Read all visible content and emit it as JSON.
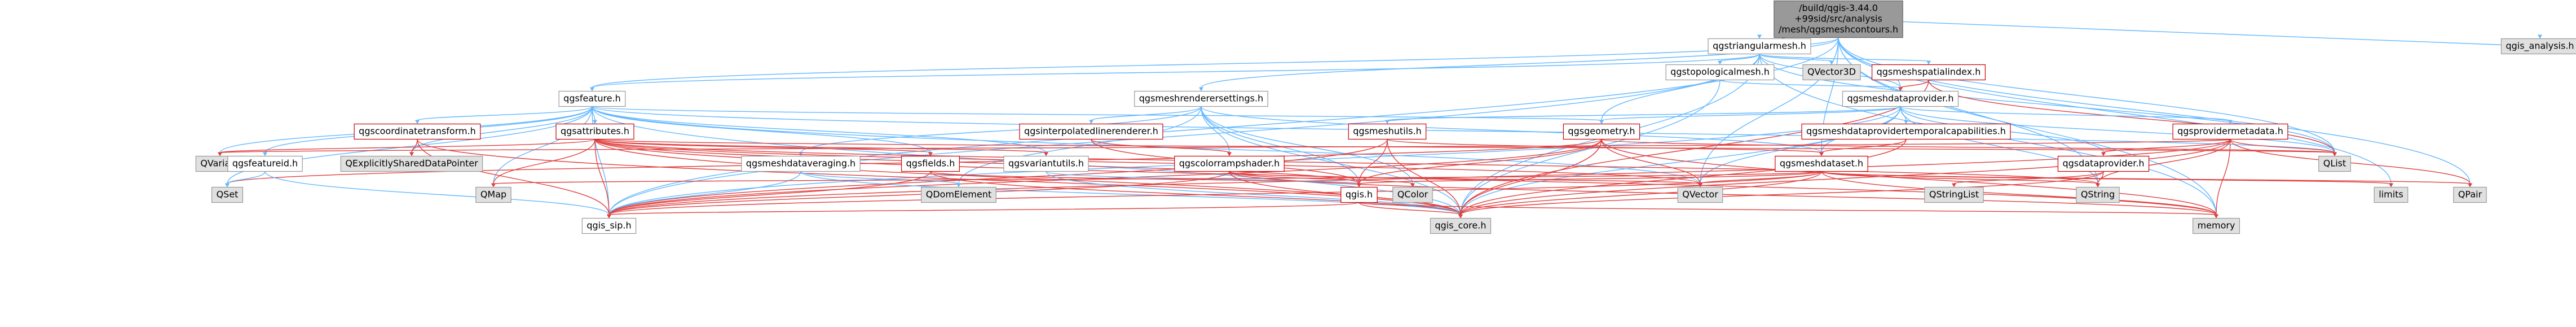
{
  "diagram": {
    "title": "",
    "nodes": [
      {
        "id": "root",
        "lines": [
          "/build/qgis-3.44.0",
          "+99sid/src/analysis",
          "/mesh/qgsmeshcontours.h"
        ],
        "style": "root"
      },
      {
        "id": "qgstriangularmesh",
        "lines": [
          "qgstriangularmesh.h"
        ],
        "style": "normal"
      },
      {
        "id": "qgis_analysis",
        "lines": [
          "qgis_analysis.h"
        ],
        "style": "external"
      },
      {
        "id": "qgstopologicalmesh",
        "lines": [
          "qgstopologicalmesh.h"
        ],
        "style": "normal"
      },
      {
        "id": "qvector3d",
        "lines": [
          "QVector3D"
        ],
        "style": "external"
      },
      {
        "id": "qgsmeshspatialindex",
        "lines": [
          "qgsmeshspatialindex.h"
        ],
        "style": "red"
      },
      {
        "id": "qgsmeshrenderersettings",
        "lines": [
          "qgsmeshrenderersettings.h"
        ],
        "style": "normal"
      },
      {
        "id": "qgsfeature",
        "lines": [
          "qgsfeature.h"
        ],
        "style": "normal"
      },
      {
        "id": "qgsmeshdataprovider",
        "lines": [
          "qgsmeshdataprovider.h"
        ],
        "style": "normal"
      },
      {
        "id": "qgscoordinatetransform",
        "lines": [
          "qgscoordinatetransform.h"
        ],
        "style": "red"
      },
      {
        "id": "qgsattributes",
        "lines": [
          "qgsattributes.h"
        ],
        "style": "red"
      },
      {
        "id": "qgsinterpolatedlinerenderer",
        "lines": [
          "qgsinterpolatedlinerenderer.h"
        ],
        "style": "red"
      },
      {
        "id": "qgsmeshutils",
        "lines": [
          "qgsmeshutils.h"
        ],
        "style": "red"
      },
      {
        "id": "qgsgeometry",
        "lines": [
          "qgsgeometry.h"
        ],
        "style": "red"
      },
      {
        "id": "qgsmeshdataprovidertemporalcapabilities",
        "lines": [
          "qgsmeshdataprovidertemporalcapabilities.h"
        ],
        "style": "red"
      },
      {
        "id": "qgsprovidermetadata",
        "lines": [
          "qgsprovidermetadata.h"
        ],
        "style": "red"
      },
      {
        "id": "qvariant",
        "lines": [
          "QVariant"
        ],
        "style": "external"
      },
      {
        "id": "qexplicitlyshareddatapointer",
        "lines": [
          "QExplicitlySharedDataPointer"
        ],
        "style": "external"
      },
      {
        "id": "qgsfeatureid",
        "lines": [
          "qgsfeatureid.h"
        ],
        "style": "normal"
      },
      {
        "id": "qgsmeshdataveraging",
        "lines": [
          "qgsmeshdataveraging.h"
        ],
        "style": "normal"
      },
      {
        "id": "qgsfields",
        "lines": [
          "qgsfields.h"
        ],
        "style": "red"
      },
      {
        "id": "qgsvariantutils",
        "lines": [
          "qgsvariantutils.h"
        ],
        "style": "normal"
      },
      {
        "id": "qgscolorrampshader",
        "lines": [
          "qgscolorrampshader.h"
        ],
        "style": "red"
      },
      {
        "id": "qgsmeshdataset",
        "lines": [
          "qgsmeshdataset.h"
        ],
        "style": "red"
      },
      {
        "id": "qgsdataprovider",
        "lines": [
          "qgsdataprovider.h"
        ],
        "style": "red"
      },
      {
        "id": "qlist",
        "lines": [
          "QList"
        ],
        "style": "external"
      },
      {
        "id": "qset",
        "lines": [
          "QSet"
        ],
        "style": "external"
      },
      {
        "id": "qmap",
        "lines": [
          "QMap"
        ],
        "style": "external"
      },
      {
        "id": "qdomelement",
        "lines": [
          "QDomElement"
        ],
        "style": "external"
      },
      {
        "id": "qgis",
        "lines": [
          "qgis.h"
        ],
        "style": "red"
      },
      {
        "id": "qcolor",
        "lines": [
          "QColor"
        ],
        "style": "external"
      },
      {
        "id": "qvector",
        "lines": [
          "QVector"
        ],
        "style": "external"
      },
      {
        "id": "qstringlist",
        "lines": [
          "QStringList"
        ],
        "style": "external"
      },
      {
        "id": "qstring",
        "lines": [
          "QString"
        ],
        "style": "external"
      },
      {
        "id": "limits",
        "lines": [
          "limits"
        ],
        "style": "external"
      },
      {
        "id": "qpair",
        "lines": [
          "QPair"
        ],
        "style": "external"
      },
      {
        "id": "qgis_sip",
        "lines": [
          "qgis_sip.h"
        ],
        "style": "normal"
      },
      {
        "id": "qgis_core",
        "lines": [
          "qgis_core.h"
        ],
        "style": "external"
      },
      {
        "id": "memory",
        "lines": [
          "memory"
        ],
        "style": "external"
      }
    ],
    "edges": [
      [
        "root",
        "qgstriangularmesh"
      ],
      [
        "root",
        "qgis_analysis"
      ],
      [
        "root",
        "qgsmeshdataprovider"
      ],
      [
        "root",
        "qgsmeshrenderersettings"
      ],
      [
        "root",
        "qgsfeature"
      ],
      [
        "root",
        "qgsmeshdataset"
      ],
      [
        "root",
        "qlist"
      ],
      [
        "root",
        "qstring"
      ],
      [
        "root",
        "limits"
      ],
      [
        "root",
        "qpair"
      ],
      [
        "root",
        "memory"
      ],
      [
        "root",
        "qgis_sip"
      ],
      [
        "root",
        "qvector"
      ],
      [
        "qgstriangularmesh",
        "qgstopologicalmesh"
      ],
      [
        "qgstriangularmesh",
        "qvector3d"
      ],
      [
        "qgstriangularmesh",
        "qgsmeshspatialindex"
      ],
      [
        "qgstriangularmesh",
        "qgsmeshdataprovider"
      ],
      [
        "qgstriangularmesh",
        "qgsfeature"
      ],
      [
        "qgstriangularmesh",
        "qgsgeometry"
      ],
      [
        "qgstriangularmesh",
        "qgis_core"
      ],
      [
        "qgstriangularmesh",
        "qgis_sip"
      ],
      [
        "qgstriangularmesh",
        "qlist"
      ],
      [
        "qgstriangularmesh",
        "memory"
      ],
      [
        "qgstopologicalmesh",
        "qgsmeshdataprovider"
      ],
      [
        "qgstopologicalmesh",
        "qgis_core"
      ],
      [
        "qgsmeshspatialindex",
        "qgsmeshdataprovider"
      ],
      [
        "qgsmeshspatialindex",
        "qgis_core"
      ],
      [
        "qgsmeshspatialindex",
        "qlist"
      ],
      [
        "qgsmeshrenderersettings",
        "qgsinterpolatedlinerenderer"
      ],
      [
        "qgsmeshrenderersettings",
        "qgscolorrampshader"
      ],
      [
        "qgsmeshrenderersettings",
        "qgsmeshdataveraging"
      ],
      [
        "qgsmeshrenderersettings",
        "qgsmeshdataset"
      ],
      [
        "qgsmeshrenderersettings",
        "qgis_core"
      ],
      [
        "qgsmeshrenderersettings",
        "qcolor"
      ],
      [
        "qgsmeshrenderersettings",
        "qdomelement"
      ],
      [
        "qgsmeshrenderersettings",
        "qgis"
      ],
      [
        "qgsfeature",
        "qgscoordinatetransform"
      ],
      [
        "qgsfeature",
        "qgsattributes"
      ],
      [
        "qgsfeature",
        "qgsfields"
      ],
      [
        "qgsfeature",
        "qgsfeatureid"
      ],
      [
        "qgsfeature",
        "qgsgeometry"
      ],
      [
        "qgsfeature",
        "qgis_core"
      ],
      [
        "qgsfeature",
        "qgis_sip"
      ],
      [
        "qgsfeature",
        "qvariant"
      ],
      [
        "qgsfeature",
        "qlist"
      ],
      [
        "qgsfeature",
        "qmap"
      ],
      [
        "qgsfeature",
        "qvector"
      ],
      [
        "qgsfeature",
        "qset"
      ],
      [
        "qgsfeature",
        "qexplicitlyshareddatapointer"
      ],
      [
        "qgsfeature",
        "qgsvariantutils"
      ],
      [
        "qgsmeshdataprovider",
        "qgsmeshdataprovidertemporalcapabilities"
      ],
      [
        "qgsmeshdataprovider",
        "qgsprovidermetadata"
      ],
      [
        "qgsmeshdataprovider",
        "qgsmeshdataset"
      ],
      [
        "qgsmeshdataprovider",
        "qgsdataprovider"
      ],
      [
        "qgsmeshdataprovider",
        "qgis_core"
      ],
      [
        "qgsmeshdataprovider",
        "qvector"
      ],
      [
        "qgsmeshdataprovider",
        "qstring"
      ],
      [
        "qgsmeshdataprovider",
        "qgsmeshutils"
      ],
      [
        "qgsmeshdataprovider",
        "qgis_sip"
      ],
      [
        "qgsmeshdataprovider",
        "qlist"
      ],
      [
        "qgsmeshdataprovider",
        "qgsgeometry"
      ],
      [
        "qgscoordinatetransform",
        "qgis_core"
      ],
      [
        "qgscoordinatetransform",
        "qgis_sip"
      ],
      [
        "qgscoordinatetransform",
        "qexplicitlyshareddatapointer"
      ],
      [
        "qgsattributes",
        "qgis_core"
      ],
      [
        "qgsattributes",
        "qgis_sip"
      ],
      [
        "qgsattributes",
        "qmap"
      ],
      [
        "qgsattributes",
        "qstring"
      ],
      [
        "qgsattributes",
        "qvariant"
      ],
      [
        "qgsattributes",
        "qlist"
      ],
      [
        "qgsattributes",
        "qvector"
      ],
      [
        "qgsattributes",
        "memory"
      ],
      [
        "qgsattributes",
        "qgsfields"
      ],
      [
        "qgsattributes",
        "qgsvariantutils"
      ],
      [
        "qgsattributes",
        "qgis"
      ],
      [
        "qgsinterpolatedlinerenderer",
        "qgscolorrampshader"
      ],
      [
        "qgsinterpolatedlinerenderer",
        "qgis"
      ],
      [
        "qgsmeshutils",
        "qgis_core"
      ],
      [
        "qgsmeshutils",
        "qgsmeshdataset"
      ],
      [
        "qgsmeshutils",
        "qgis"
      ],
      [
        "qgsmeshutils",
        "qgis_sip"
      ],
      [
        "qgsgeometry",
        "qgis_core"
      ],
      [
        "qgsgeometry",
        "qgis_sip"
      ],
      [
        "qgsgeometry",
        "qvector"
      ],
      [
        "qgsgeometry",
        "qset"
      ],
      [
        "qgsgeometry",
        "qlist"
      ],
      [
        "qgsgeometry",
        "qgis"
      ],
      [
        "qgsgeometry",
        "memory"
      ],
      [
        "qgsmeshdataprovidertemporalcapabilities",
        "qgsmeshdataset"
      ],
      [
        "qgsmeshdataprovidertemporalcapabilities",
        "qgis_core"
      ],
      [
        "qgsprovidermetadata",
        "qgsdataprovider"
      ],
      [
        "qgsprovidermetadata",
        "qgis_core"
      ],
      [
        "qgsprovidermetadata",
        "qgis_sip"
      ],
      [
        "qgsprovidermetadata",
        "qvariant"
      ],
      [
        "qgsprovidermetadata",
        "qstring"
      ],
      [
        "qgsprovidermetadata",
        "qpair"
      ],
      [
        "qgsprovidermetadata",
        "memory"
      ],
      [
        "qgsprovidermetadata",
        "qlist"
      ],
      [
        "qgsfeatureid",
        "qset"
      ],
      [
        "qgsfeatureid",
        "qgis_sip"
      ],
      [
        "qgsmeshdataveraging",
        "qgis_core"
      ],
      [
        "qgsmeshdataveraging",
        "qgis_sip"
      ],
      [
        "qgsmeshdataveraging",
        "qdomelement"
      ],
      [
        "qgsfields",
        "qgis_core"
      ],
      [
        "qgsfields",
        "qgis_sip"
      ],
      [
        "qgsfields",
        "qgis"
      ],
      [
        "qgsvariantutils",
        "qgis_core"
      ],
      [
        "qgsvariantutils",
        "qgis"
      ],
      [
        "qgscolorrampshader",
        "qgis_core"
      ],
      [
        "qgscolorrampshader",
        "qgis_sip"
      ],
      [
        "qgscolorrampshader",
        "qcolor"
      ],
      [
        "qgscolorrampshader",
        "qvector"
      ],
      [
        "qgscolorrampshader",
        "memory"
      ],
      [
        "qgsmeshdataset",
        "qgis_core"
      ],
      [
        "qgsmeshdataset",
        "qgis_sip"
      ],
      [
        "qgsmeshdataset",
        "qvector"
      ],
      [
        "qgsmeshdataset",
        "qstring"
      ],
      [
        "qgsmeshdataset",
        "qmap"
      ],
      [
        "qgsmeshdataset",
        "qpair"
      ],
      [
        "qgsmeshdataset",
        "limits"
      ],
      [
        "qgsmeshdataset",
        "qgis"
      ],
      [
        "qgsmeshdataset",
        "memory"
      ],
      [
        "qgsdataprovider",
        "qgis_core"
      ],
      [
        "qgsdataprovider",
        "qstring"
      ],
      [
        "qgsdataprovider",
        "qstringlist"
      ],
      [
        "qgis",
        "qgis_sip"
      ],
      [
        "qgis",
        "qgis_core"
      ],
      [
        "qgis",
        "memory"
      ]
    ]
  },
  "colors": {
    "edge": "#63b8ff",
    "edge_red": "#e04040",
    "node_border": "#999999",
    "node_red_border": "#cc0000",
    "external_fill": "#e0e0e0",
    "root_fill": "#999999"
  }
}
